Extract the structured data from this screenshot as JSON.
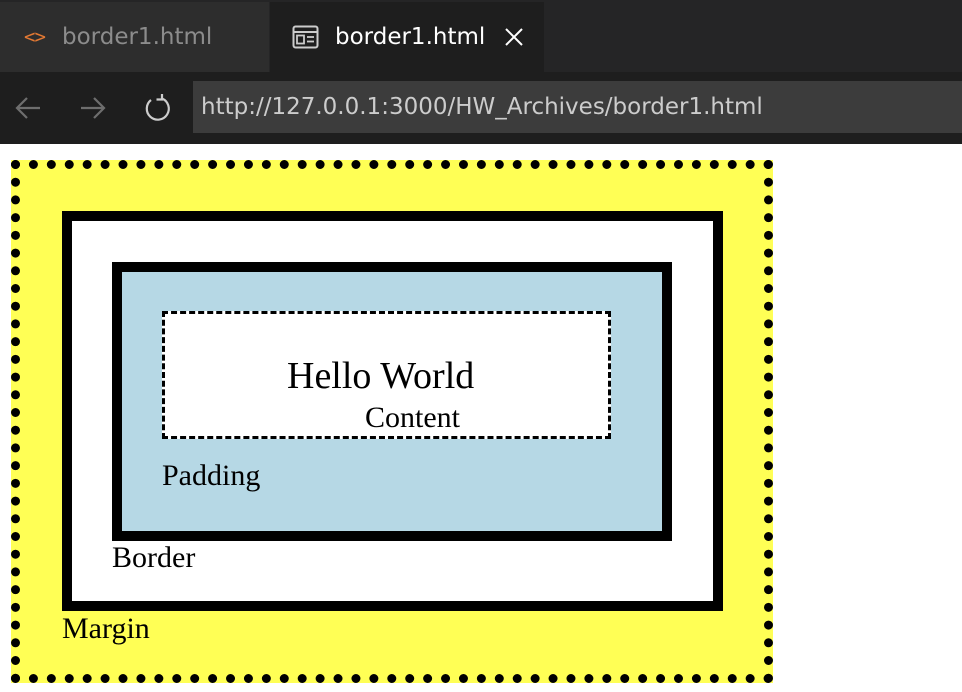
{
  "tabs": [
    {
      "label": "border1.html",
      "icon": "code-icon",
      "active": false
    },
    {
      "label": "border1.html",
      "icon": "preview-icon",
      "active": true
    }
  ],
  "nav": {
    "back_icon": "arrow-left-icon",
    "forward_icon": "arrow-right-icon",
    "reload_icon": "reload-icon",
    "url": "http://127.0.0.1:3000/HW_Archives/border1.html"
  },
  "page": {
    "heading": "Hello World",
    "content_label": "Content",
    "padding_label": "Padding",
    "border_label": "Border",
    "margin_label": "Margin"
  },
  "colors": {
    "tabbar_bg": "#252526",
    "inactive_tab_bg": "#2d2d2d",
    "active_tab_bg": "#1e1e1e",
    "code_icon": "#e37933",
    "url_bg": "#3c3c3c",
    "margin_fill": "#ffff55",
    "padding_fill": "#b6d8e5"
  }
}
